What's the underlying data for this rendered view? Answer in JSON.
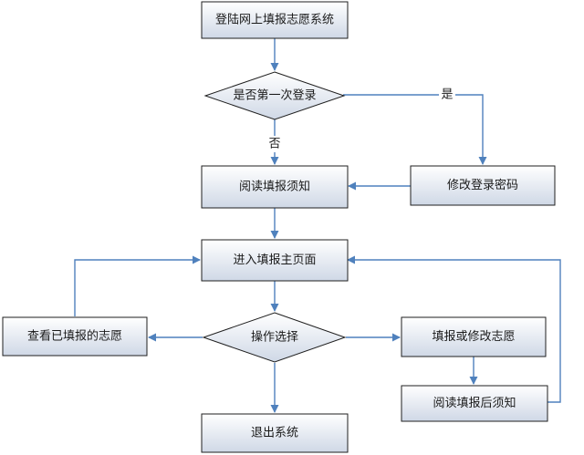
{
  "diagram": {
    "nodes": {
      "login": "登陆网上填报志愿系统",
      "first_login": "是否第一次登录",
      "change_password": "修改登录密码",
      "read_notice": "阅读填报须知",
      "main_page": "进入填报主页面",
      "operation": "操作选择",
      "view_choices": "查看已填报的志愿",
      "fill_or_modify": "填报或修改志愿",
      "read_after_notice": "阅读填报后须知",
      "exit": "退出系统"
    },
    "edge_labels": {
      "yes": "是",
      "no": "否"
    },
    "colors": {
      "box_fill_top": "#ffffff",
      "box_fill_bottom": "#cfd8e6",
      "box_stroke": "#1f1f1f",
      "connector": "#4f81bd"
    }
  }
}
